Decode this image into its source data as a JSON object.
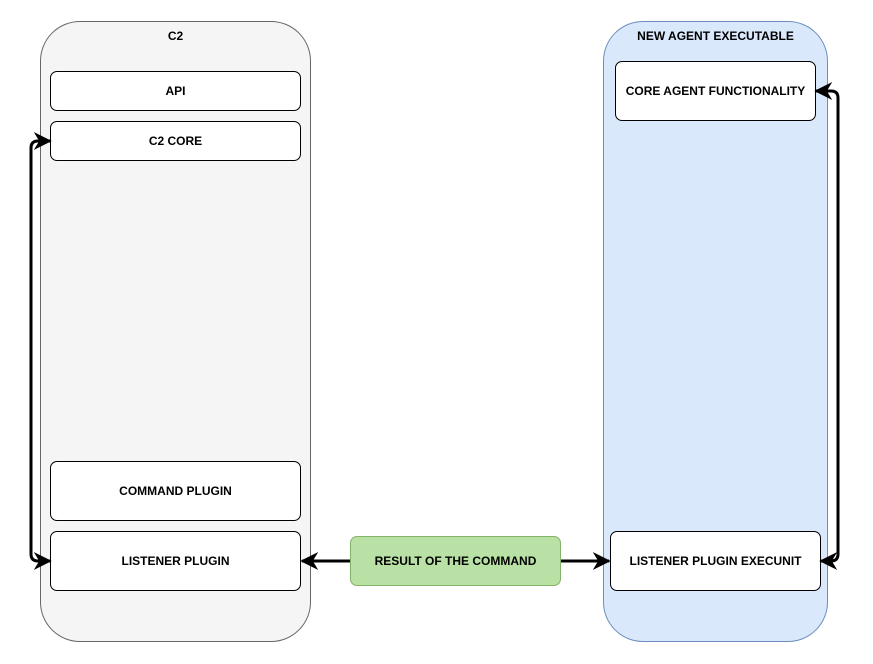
{
  "c2": {
    "title": "C2",
    "api": "API",
    "core": "C2 CORE",
    "command_plugin": "COMMAND PLUGIN",
    "listener_plugin": "LISTENER PLUGIN"
  },
  "agent": {
    "title": "NEW AGENT EXECUTABLE",
    "core_functionality": "CORE AGENT FUNCTIONALITY",
    "listener_execunit": "LISTENER PLUGIN EXECUNIT"
  },
  "link": {
    "label": "RESULT OF THE COMMAND"
  },
  "colors": {
    "c2_fill": "#f5f5f5",
    "agent_fill": "#dae8fc",
    "agent_stroke": "#6c8ebf",
    "result_fill": "#b9e0a5",
    "result_stroke": "#82b366"
  }
}
